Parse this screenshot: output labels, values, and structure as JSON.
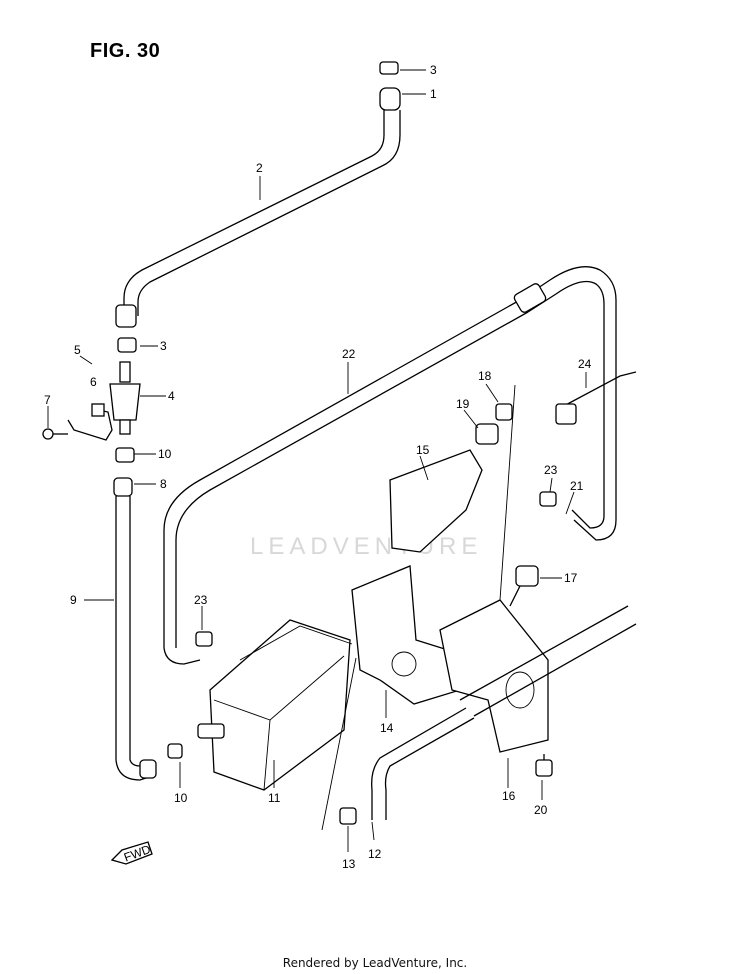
{
  "figure": {
    "title": "FIG. 30"
  },
  "watermark": {
    "text": "LEADVENTURE"
  },
  "footer": {
    "text": "Rendered by LeadVenture, Inc."
  },
  "fwd_arrow": {
    "label": "FWD",
    "icon": "fwd-arrow-icon"
  },
  "callouts": [
    {
      "label": "1"
    },
    {
      "label": "2"
    },
    {
      "label": "3"
    },
    {
      "label": "3"
    },
    {
      "label": "4"
    },
    {
      "label": "5"
    },
    {
      "label": "6"
    },
    {
      "label": "7"
    },
    {
      "label": "8"
    },
    {
      "label": "9"
    },
    {
      "label": "10"
    },
    {
      "label": "10"
    },
    {
      "label": "11"
    },
    {
      "label": "12"
    },
    {
      "label": "13"
    },
    {
      "label": "14"
    },
    {
      "label": "15"
    },
    {
      "label": "16"
    },
    {
      "label": "17"
    },
    {
      "label": "18"
    },
    {
      "label": "19"
    },
    {
      "label": "20"
    },
    {
      "label": "21"
    },
    {
      "label": "22"
    },
    {
      "label": "23"
    },
    {
      "label": "23"
    },
    {
      "label": "24"
    }
  ]
}
